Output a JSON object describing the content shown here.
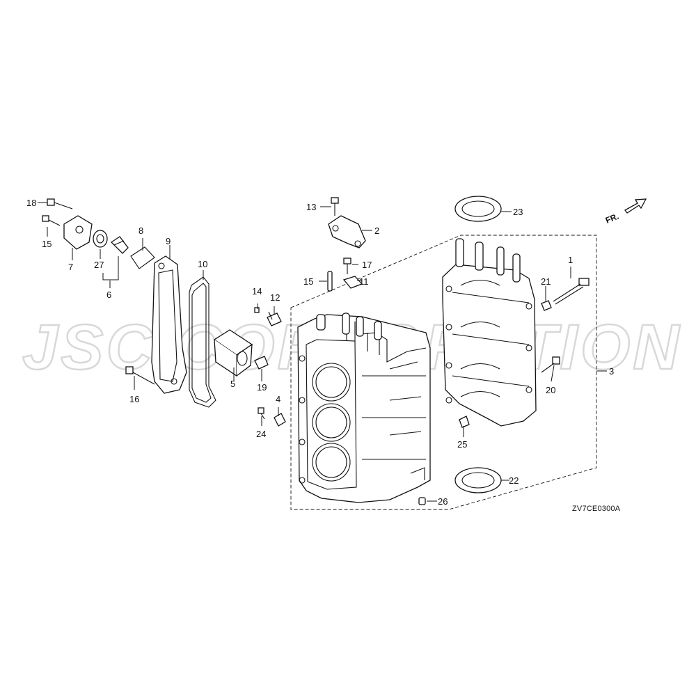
{
  "watermark": "JSC CORPORATION",
  "diagram_code": "ZV7CE0300A",
  "front_label": "FR.",
  "callouts": {
    "c1": "1",
    "c2": "2",
    "c3": "3",
    "c4": "4",
    "c5": "5",
    "c6": "6",
    "c7": "7",
    "c8": "8",
    "c9": "9",
    "c10": "10",
    "c11": "11",
    "c12": "12",
    "c13": "13",
    "c14": "14",
    "c15a": "15",
    "c15b": "15",
    "c16": "16",
    "c17": "17",
    "c18": "18",
    "c19": "19",
    "c20": "20",
    "c21": "21",
    "c22": "22",
    "c23": "23",
    "c24": "24",
    "c25": "25",
    "c26": "26",
    "c27": "27"
  }
}
